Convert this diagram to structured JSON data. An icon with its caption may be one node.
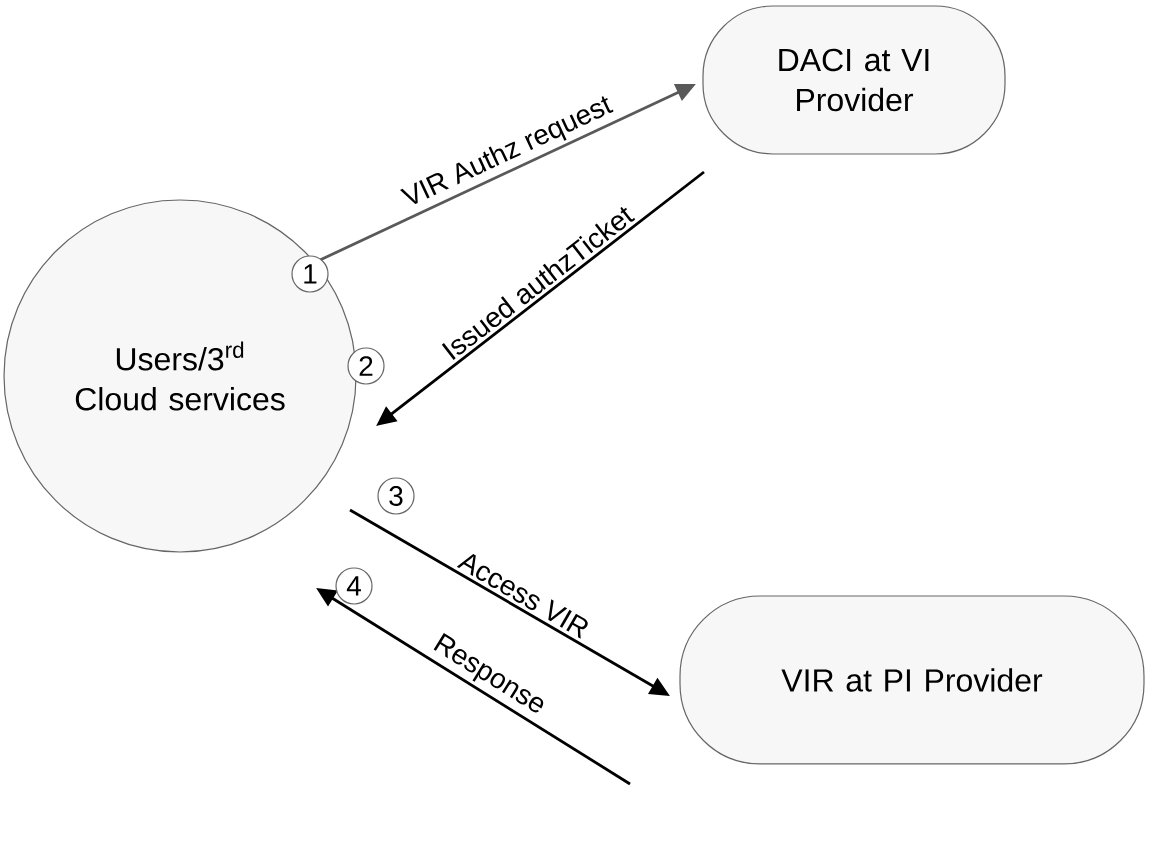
{
  "diagram": {
    "nodes": [
      {
        "text": [
          "DACI at VI Provider"
        ]
      },
      {
        "text": [
          "Users/3$^{rd}$ Cloud services"
        ]
      },
      {
        "text": [
          "VIR at PI Provider"
        ]
      }
    ],
    "edges": [
      {
        "from": 1,
        "to": 0,
        "arrow": "to",
        "label": "VIR Authz request",
        "color": "#595959"
      },
      {
        "from": 0,
        "to": 1,
        "arrow": "to",
        "label": "Issued authzTicket"
      },
      {
        "from": 1,
        "to": 2,
        "arrow": "to",
        "label": "Access VIR"
      },
      {
        "from": 2,
        "to": 1,
        "arrow": "to",
        "label": "Response"
      }
    ],
    "labels": [
      "1",
      "2",
      "3",
      "4"
    ]
  }
}
